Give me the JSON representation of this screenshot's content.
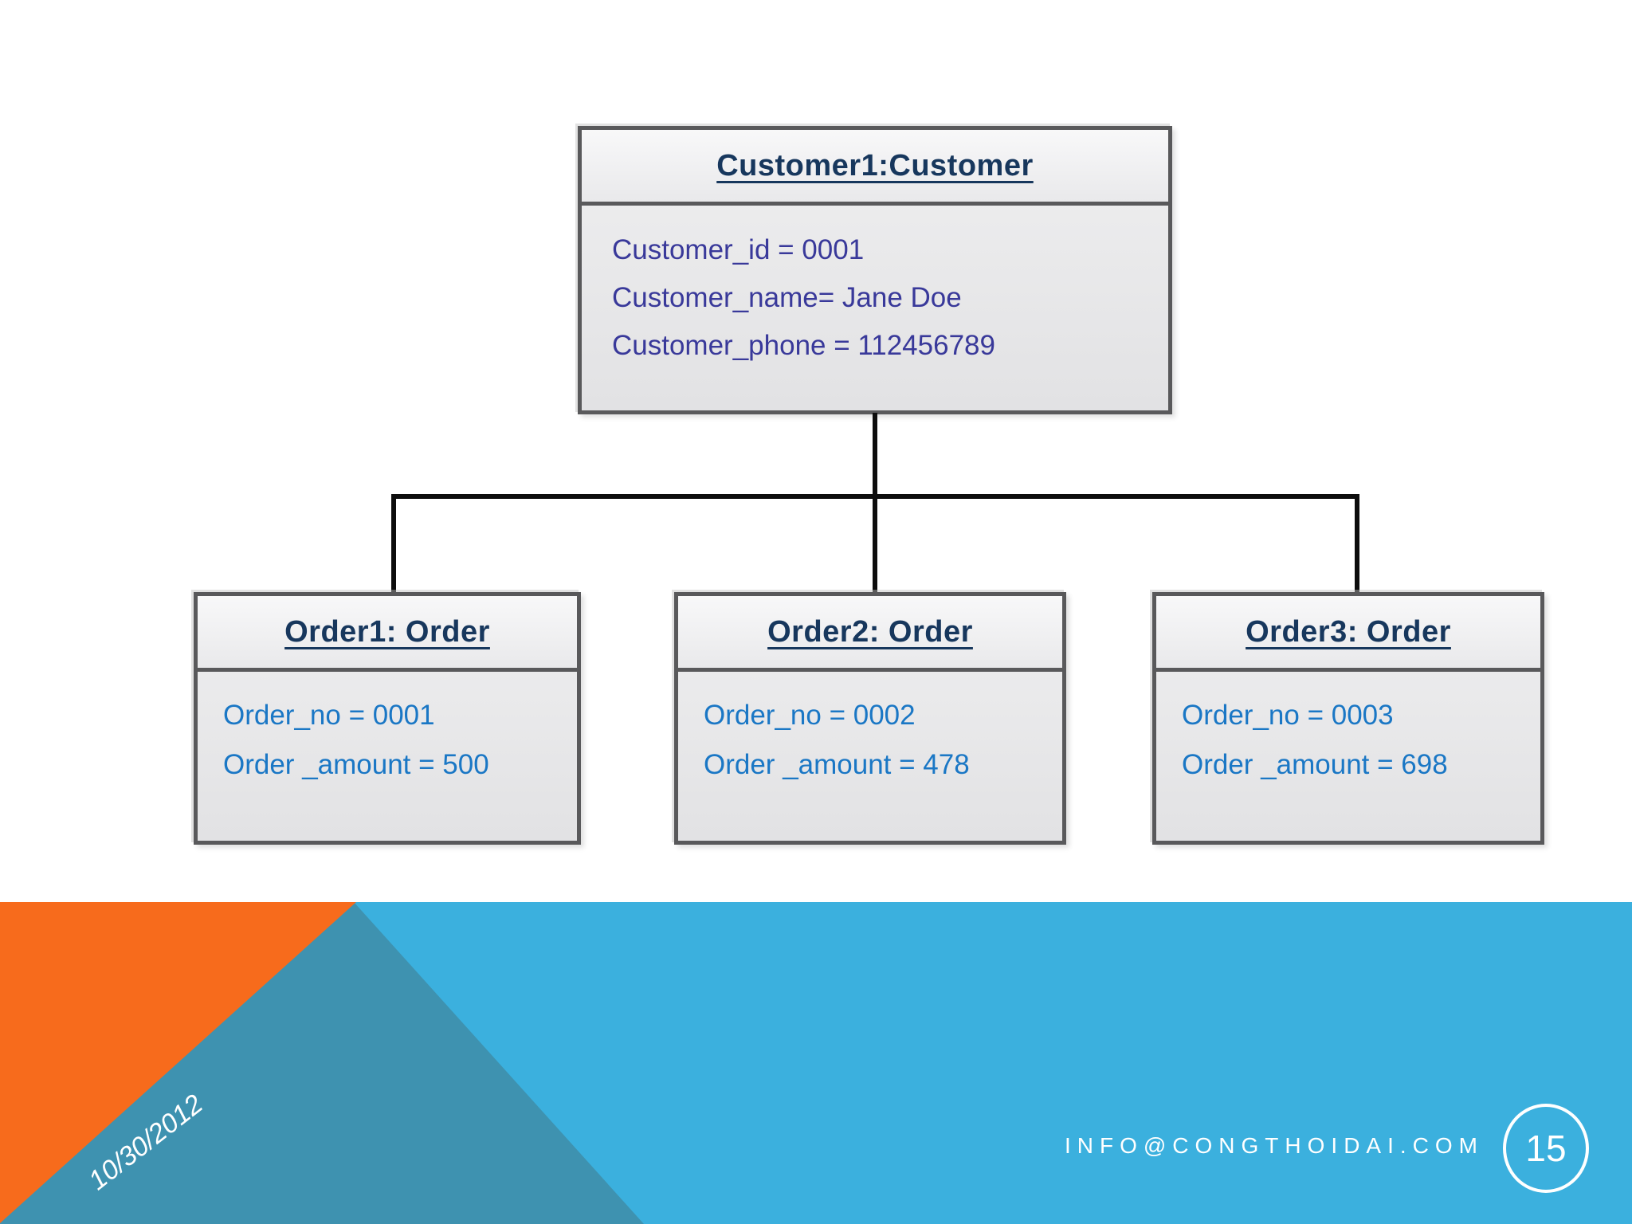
{
  "diagram": {
    "customer_box": {
      "title": "Customer1:Customer",
      "fields": [
        "Customer_id = 0001",
        "Customer_name= Jane Doe",
        "Customer_phone = 112456789"
      ]
    },
    "order_boxes": [
      {
        "title": "Order1: Order",
        "fields": [
          "Order_no = 0001",
          "Order _amount = 500"
        ]
      },
      {
        "title": "Order2: Order",
        "fields": [
          "Order_no = 0002",
          "Order _amount = 478"
        ]
      },
      {
        "title": "Order3: Order",
        "fields": [
          "Order_no = 0003",
          "Order _amount = 698"
        ]
      }
    ]
  },
  "footer": {
    "date": "10/30/2012",
    "email": "INFO@CONGTHOIDAI.COM",
    "page_number": "15"
  },
  "colors": {
    "title_navy": "#17375d",
    "customer_field_blue": "#39399a",
    "order_field_blue": "#1a77c5",
    "box_border_gray": "#59595b",
    "connector_black": "#0d0d0d",
    "footer_light_blue": "#3bb0de",
    "footer_teal": "#3e92b0",
    "footer_orange": "#f76b1c"
  }
}
